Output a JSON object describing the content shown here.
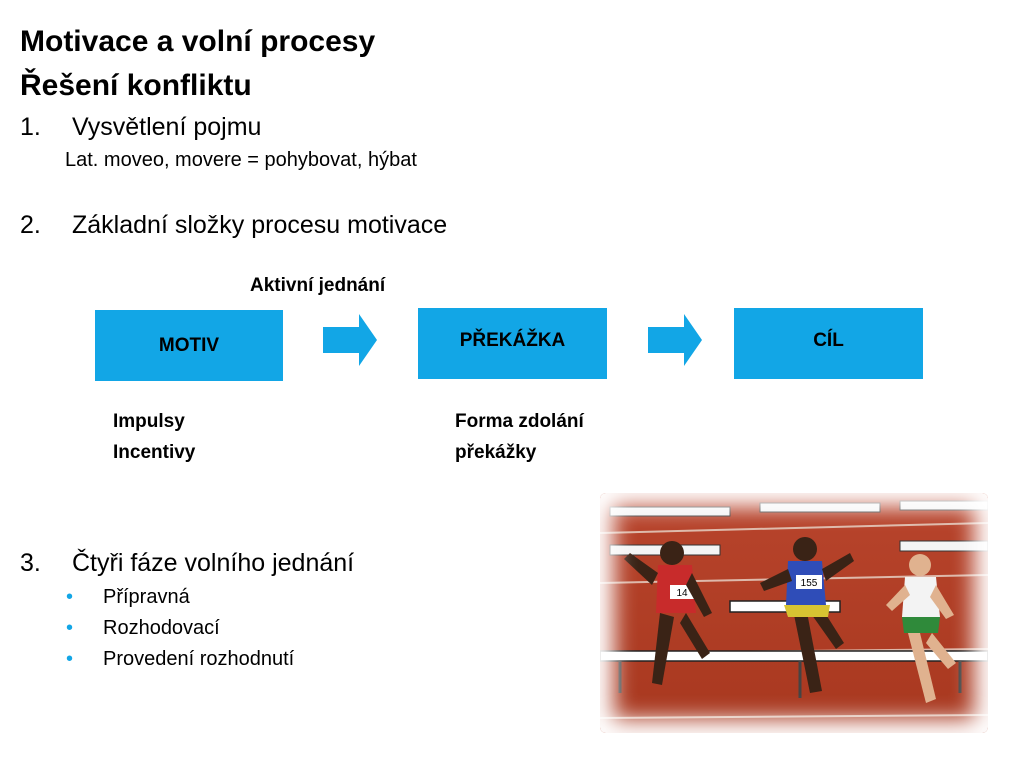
{
  "slide": {
    "title_line1": "Motivace a volní procesy",
    "title_line2": "Řešení konfliktu",
    "section1": {
      "number": "1.",
      "label": "Vysvětlení pojmu",
      "detail": "Lat. moveo, movere = pohybovat, hýbat"
    },
    "section2": {
      "number": "2.",
      "label": "Základní složky procesu motivace"
    },
    "diagram": {
      "top_label": "Aktivní jednání",
      "boxes": [
        "MOTIV",
        "PŘEKÁŽKA",
        "CÍL"
      ],
      "motiv_notes": [
        "Impulsy",
        "Incentivy"
      ],
      "prekazka_notes": [
        "Forma zdolání",
        "překážky"
      ],
      "box_color": "#12a6e6"
    },
    "section3": {
      "number": "3.",
      "label": "Čtyři fáze volního jednání",
      "bullets": [
        "Přípravná",
        "Rozhodovací",
        "Provedení rozhodnutí"
      ]
    },
    "photo": {
      "numbers": [
        "14",
        "155"
      ]
    }
  }
}
